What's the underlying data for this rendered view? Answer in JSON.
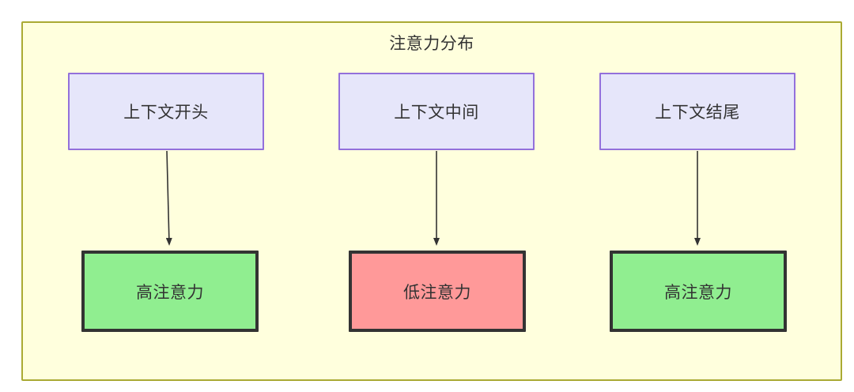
{
  "diagram": {
    "title": "注意力分布",
    "colors": {
      "container_fill": "#FFFFDD",
      "container_border": "#AAAA33",
      "source_fill": "#E6E6FA",
      "source_border": "#9370DB",
      "high_attention_fill": "#90EE90",
      "low_attention_fill": "#FF9999",
      "result_border": "#333333",
      "edge_stroke": "#333333",
      "text": "#333333"
    },
    "columns": [
      {
        "source": {
          "label": "上下文开头"
        },
        "result": {
          "label": "高注意力",
          "level": "high"
        }
      },
      {
        "source": {
          "label": "上下文中间"
        },
        "result": {
          "label": "低注意力",
          "level": "low"
        }
      },
      {
        "source": {
          "label": "上下文结尾"
        },
        "result": {
          "label": "高注意力",
          "level": "high"
        }
      }
    ],
    "edges": [
      {
        "from": "上下文开头",
        "to": "高注意力",
        "arrow": "arrow-down-icon"
      },
      {
        "from": "上下文中间",
        "to": "低注意力",
        "arrow": "arrow-down-icon"
      },
      {
        "from": "上下文结尾",
        "to": "高注意力",
        "arrow": "arrow-down-icon"
      }
    ]
  }
}
